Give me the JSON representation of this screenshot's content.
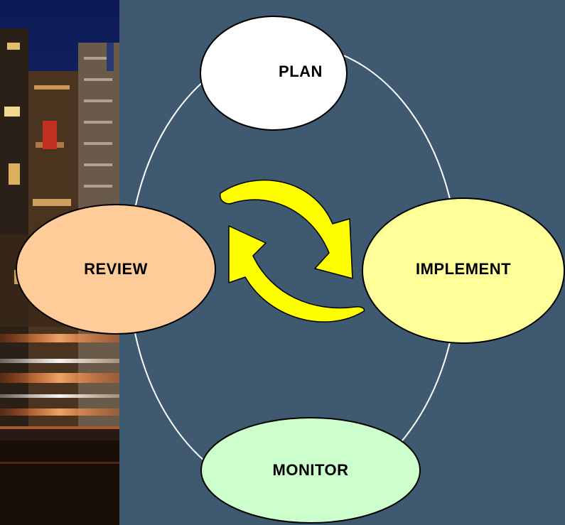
{
  "diagram": {
    "background_color": "#3f5a70",
    "nodes": [
      {
        "id": "plan",
        "label": "PLAN",
        "fill": "#ffffff"
      },
      {
        "id": "implement",
        "label": "IMPLEMENT",
        "fill": "#ffff99"
      },
      {
        "id": "monitor",
        "label": "MONITOR",
        "fill": "#ccffcc"
      },
      {
        "id": "review",
        "label": "REVIEW",
        "fill": "#ffcc99"
      }
    ],
    "arrow_color": "#ffff00",
    "photo": {
      "description_icon": "city-night-photo"
    }
  }
}
